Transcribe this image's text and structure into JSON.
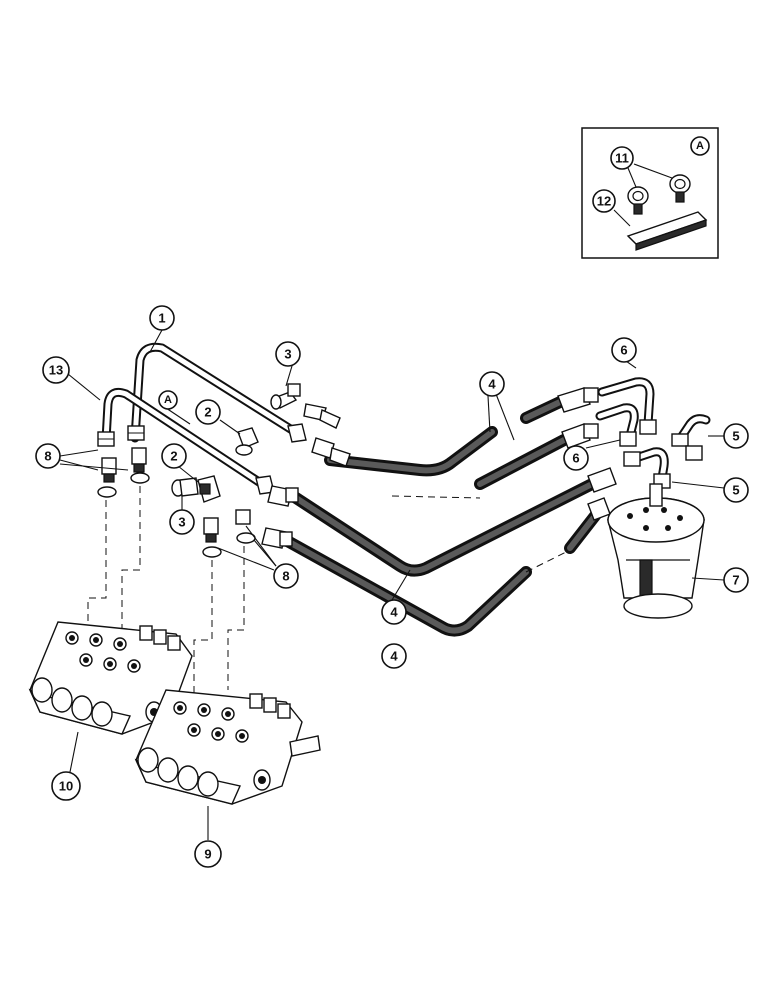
{
  "callouts": {
    "c1": "1",
    "c2a": "2",
    "c2b": "2",
    "c3a": "3",
    "c3b": "3",
    "c4a": "4",
    "c4b": "4",
    "c4c": "4",
    "c5a": "5",
    "c5b": "5",
    "c6a": "6",
    "c6b": "6",
    "c7": "7",
    "c8a": "8",
    "c8b": "8",
    "c9": "9",
    "c10": "10",
    "c11": "11",
    "c12": "12",
    "c13": "13",
    "detailRef": "A",
    "detailRefInset": "A"
  },
  "colors": {
    "ink": "#111111",
    "hose": "#5a5a5a"
  }
}
